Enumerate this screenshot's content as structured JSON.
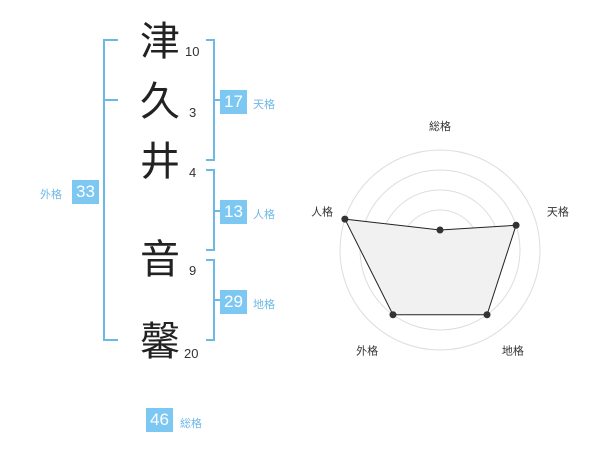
{
  "name": {
    "chars": [
      {
        "char": "津",
        "strokes": "10"
      },
      {
        "char": "久",
        "strokes": "3"
      },
      {
        "char": "井",
        "strokes": "4"
      },
      {
        "char": "音",
        "strokes": "9"
      },
      {
        "char": "馨",
        "strokes": "20"
      }
    ]
  },
  "fortune": {
    "tenkaku": {
      "value": "17",
      "label": "天格"
    },
    "jinkaku": {
      "value": "13",
      "label": "人格"
    },
    "chikaku": {
      "value": "29",
      "label": "地格"
    },
    "gaikaku": {
      "value": "33",
      "label": "外格"
    },
    "soukaku": {
      "value": "46",
      "label": "総格"
    }
  },
  "colors": {
    "accent": "#7cc8f3",
    "bracket": "#6cb9e6"
  },
  "chart_data": {
    "type": "radar",
    "axes": [
      "総格",
      "天格",
      "地格",
      "外格",
      "人格"
    ],
    "levels": 5,
    "max": 5,
    "values": [
      1,
      4,
      4,
      4,
      5
    ]
  }
}
